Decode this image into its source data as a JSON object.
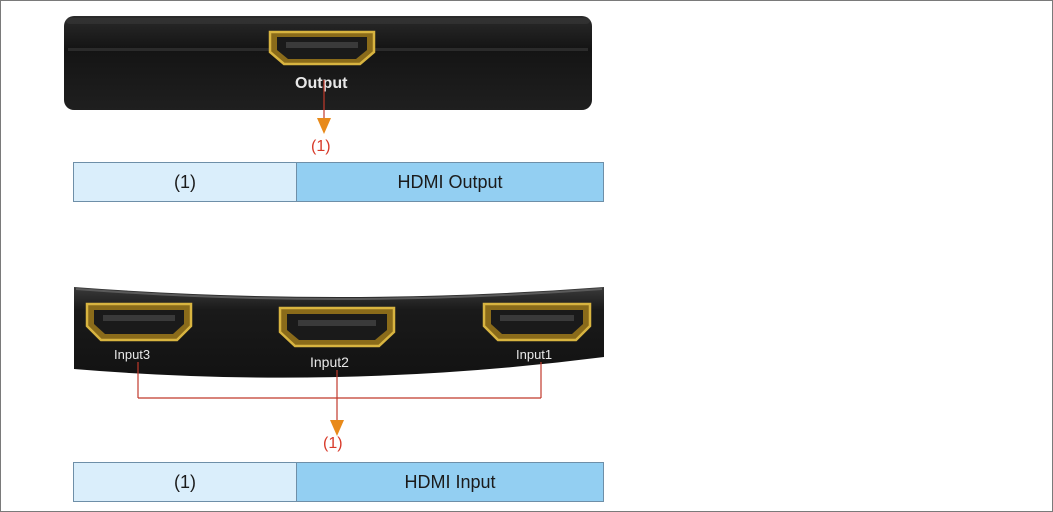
{
  "output_section": {
    "port_label": "Output",
    "callout": "(1)",
    "legend": {
      "number": "(1)",
      "description": "HDMI Output"
    }
  },
  "input_section": {
    "ports": [
      {
        "label": "Input3"
      },
      {
        "label": "Input2"
      },
      {
        "label": "Input1"
      }
    ],
    "callout": "(1)",
    "legend": {
      "number": "(1)",
      "description": "HDMI Input"
    }
  },
  "colors": {
    "callout_line": "#c0392b",
    "arrow": "#e88a1a",
    "legend_light": "#daeefb",
    "legend_dark": "#93cff2",
    "hdmi_gold": "#c9a227"
  }
}
